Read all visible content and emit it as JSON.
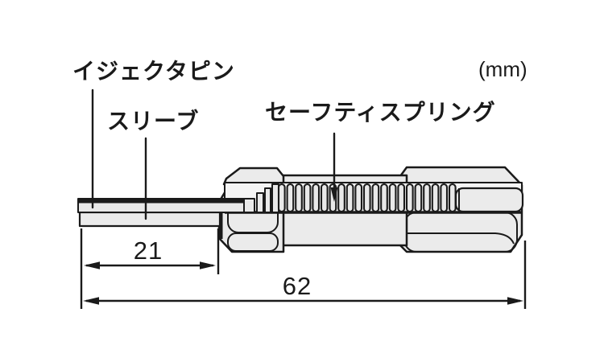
{
  "unit_note": "(mm)",
  "callouts": {
    "ejector_pin": "イジェクタピン",
    "sleeve": "スリーブ",
    "safety_spring": "セーフティスプリング"
  },
  "dimensions": {
    "sleeve_length": "21",
    "overall_length": "62"
  },
  "colors": {
    "outline": "#1a1a1a",
    "body_fill": "#ebebeb",
    "slot_fill": "#f4f4f4",
    "coil_fill": "#e9e9e9",
    "background": "#ffffff"
  }
}
